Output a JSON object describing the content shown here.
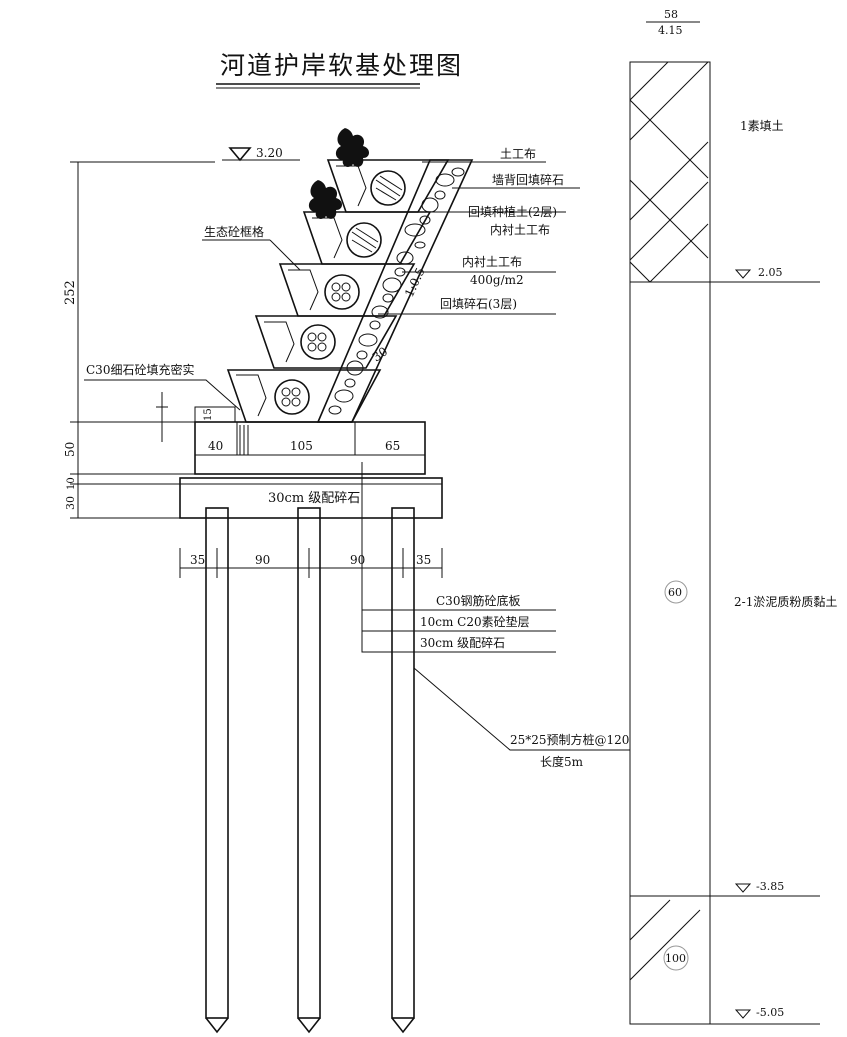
{
  "title": "河道护岸软基处理图",
  "elevation_top": "3.20",
  "labels": {
    "geotextile": "土工布",
    "back_fill": "墙背回填碎石",
    "planting_soil": "回填种植土(2层)",
    "inner_geotextile_1": "内衬土工布",
    "inner_geotextile_2": "内衬土工布",
    "geotextile_spec": "400g/m2",
    "gravel_3": "回填碎石(3层)",
    "eco_frame": "生态砼框格",
    "c30_fill": "C30细石砼填充密实",
    "slope": "1:0.5",
    "slope_angle": "30",
    "base_slab": "C30钢筋砼底板",
    "cushion": "10cm C20素砼垫层",
    "graded_gravel_note": "30cm 级配碎石",
    "graded_gravel": "30cm 级配碎石",
    "pile_spec": "25*25预制方桩@120",
    "pile_length": "长度5m"
  },
  "dims_left": [
    "252",
    "50",
    "30",
    "10",
    "15"
  ],
  "dims_base": [
    "40",
    "105",
    "65"
  ],
  "dims_piles": [
    "35",
    "90",
    "90",
    "35"
  ],
  "soil_column": {
    "head_value": "58",
    "head_elev": "4.15",
    "layer1": "1素填土",
    "elev1": "2.05",
    "thickness2": "60",
    "layer2": "2-1淤泥质粉质黏土",
    "elev2": "-3.85",
    "thickness3": "100",
    "elev3": "-5.05"
  }
}
